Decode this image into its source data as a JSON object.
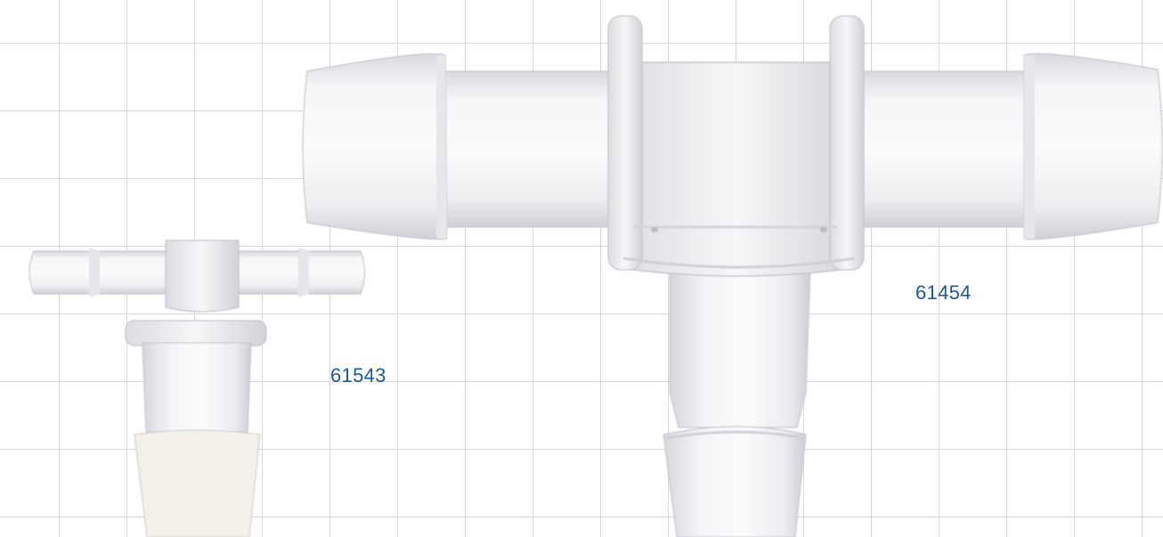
{
  "products": [
    {
      "part_number": "61543",
      "shape": "tee-fitting-small"
    },
    {
      "part_number": "61454",
      "shape": "tee-fitting-large"
    }
  ],
  "colors": {
    "grid_line": "#d8d8d8",
    "plastic_light": "#f4f4f6",
    "plastic_mid": "#e6e6ea",
    "plastic_shadow": "#c9c9d0",
    "label_text": "#1d5a97"
  }
}
